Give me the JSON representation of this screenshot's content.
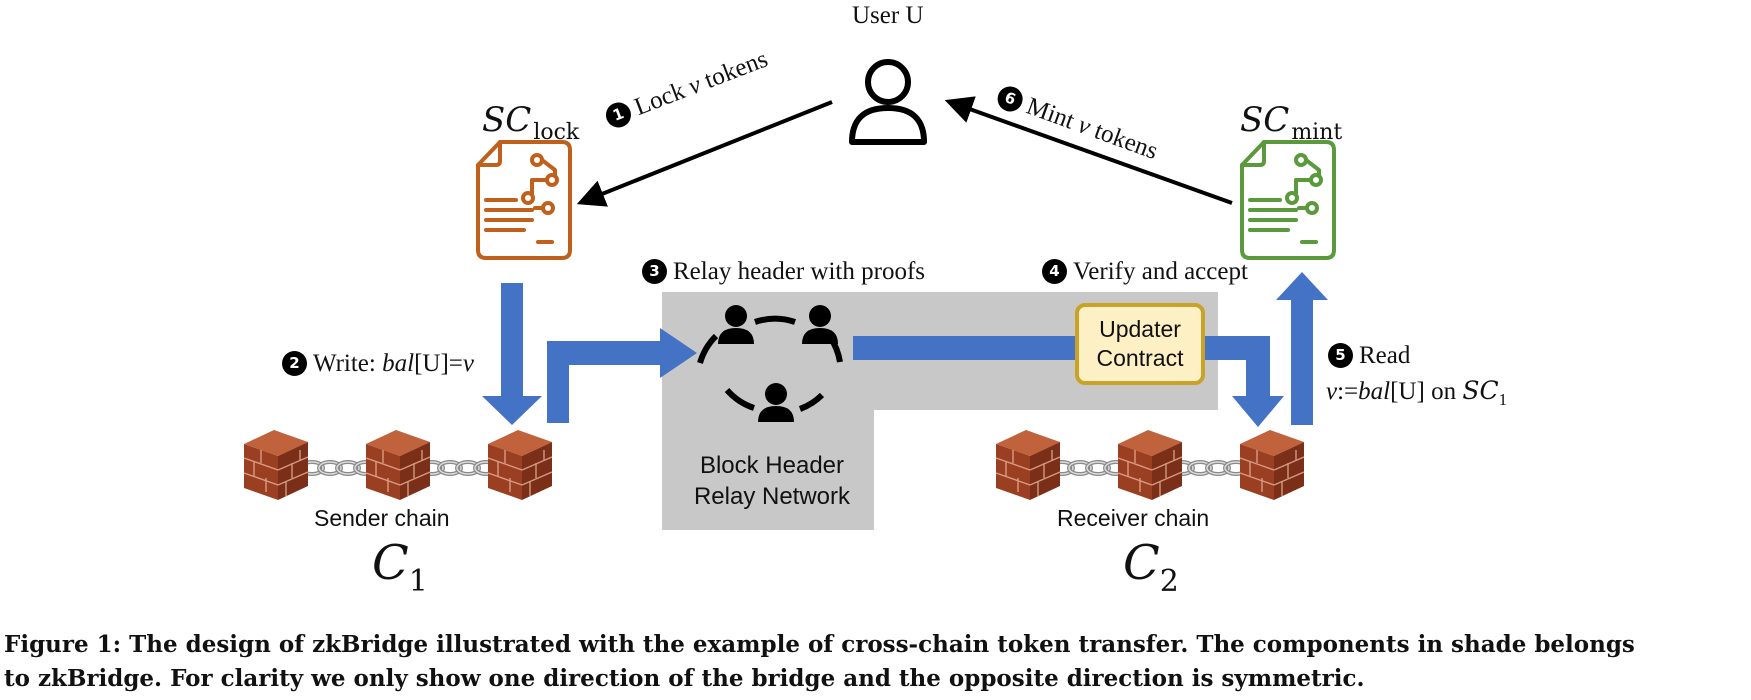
{
  "user": {
    "label": "User U"
  },
  "contracts": {
    "lock": {
      "base": "SC",
      "sub": "lock",
      "color": "#c0601c"
    },
    "mint": {
      "base": "SC",
      "sub": "mint",
      "color": "#5a9a3c"
    }
  },
  "steps": {
    "s1": {
      "num": "1",
      "text": "Lock ",
      "var": "v",
      "text2": " tokens"
    },
    "s2": {
      "num": "2",
      "text": "Write: ",
      "var": "bal",
      "text2": "[U]=",
      "var2": "v"
    },
    "s3": {
      "num": "3",
      "text": "Relay header with proofs"
    },
    "s4": {
      "num": "4",
      "text": "Verify and accept"
    },
    "s5": {
      "num": "5",
      "text": "Read",
      "line2_var": "v",
      "line2_a": ":=",
      "line2_var2": "bal",
      "line2_b": "[U] on ",
      "line2_sym": "SC",
      "line2_sub": "1"
    },
    "s6": {
      "num": "6",
      "text": "Mint ",
      "var": "v",
      "text2": " tokens"
    }
  },
  "relay": {
    "line1": "Block Header",
    "line2": "Relay Network"
  },
  "updater": {
    "line1": "Updater",
    "line2": "Contract"
  },
  "chains": {
    "sender": {
      "label": "Sender chain",
      "sym": "C",
      "sub": "1"
    },
    "receiver": {
      "label": "Receiver chain",
      "sym": "C",
      "sub": "2"
    }
  },
  "caption": {
    "line1": "Figure 1: The design of zkBridge illustrated with the example of cross-chain token transfer. The components in shade belongs",
    "line2": "to zkBridge. For clarity we only show one direction of the bridge and the opposite direction is symmetric."
  },
  "colors": {
    "arrow_blue": "#4472c4",
    "shade": "#c8c8c8",
    "brick": "#a0482a",
    "updater_fill": "#fdf0c4",
    "updater_border": "#c9a227"
  }
}
